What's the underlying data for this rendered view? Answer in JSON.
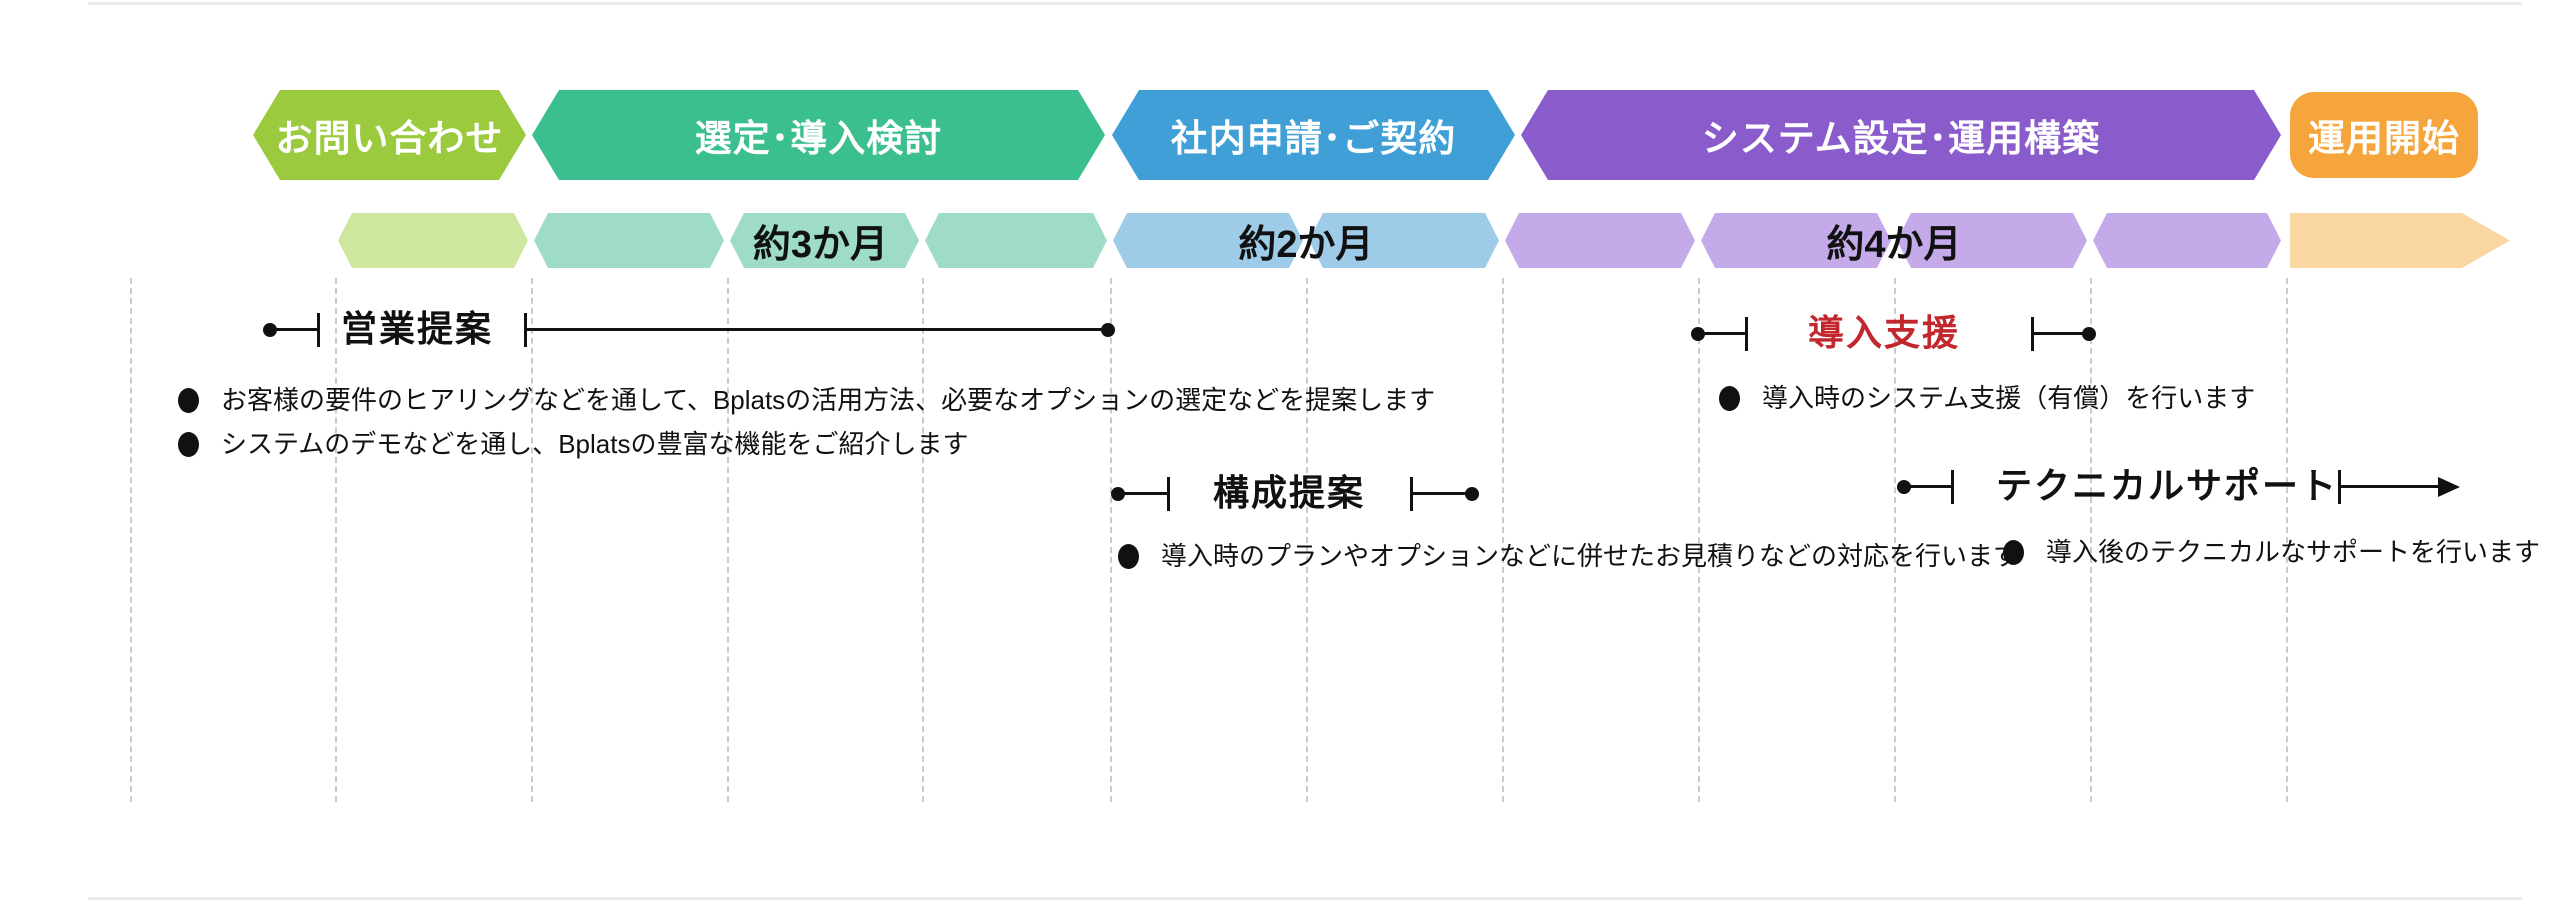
{
  "diagram": {
    "stages": [
      {
        "id": "inquiry",
        "label": "お問い合わせ"
      },
      {
        "id": "selection",
        "label": "選定･導入検討"
      },
      {
        "id": "application",
        "label": "社内申請･ご契約"
      },
      {
        "id": "setup",
        "label": "システム設定･運用構築"
      },
      {
        "id": "launch",
        "label": "運用開始"
      }
    ],
    "durations": [
      {
        "label": "約3か月"
      },
      {
        "label": "約2か月"
      },
      {
        "label": "約4か月"
      }
    ],
    "annotations": {
      "sales_proposal": {
        "title": "営業提案",
        "bullets": [
          "お客様の要件のヒアリングなどを通して、Bplatsの活用方法、必要なオプションの選定などを提案します",
          "システムのデモなどを通し、Bplatsの豊富な機能をご紹介します"
        ]
      },
      "config_proposal": {
        "title": "構成提案",
        "bullets": [
          "導入時のプランやオプションなどに併せたお見積りなどの対応を行います"
        ]
      },
      "implementation_support": {
        "title": "導入支援",
        "bullets": [
          "導入時のシステム支援（有償）を行います"
        ]
      },
      "technical_support": {
        "title": "テクニカルサポート",
        "bullets": [
          "導入後のテクニカルなサポートを行います"
        ]
      }
    }
  },
  "colors": {
    "stage_green": "#9BCA3E",
    "stage_teal": "#3CBF8E",
    "stage_blue": "#3F9FD6",
    "stage_purple": "#8A5BCB",
    "stage_orange": "#F6A43C",
    "month_green": "#CEE79F",
    "month_teal": "#9EDCC5",
    "month_blue": "#9ECBE8",
    "month_purple": "#C5AAE9",
    "month_orange": "#FAD7A2",
    "annotation_red": "#C1272D",
    "text_black": "#111111"
  }
}
